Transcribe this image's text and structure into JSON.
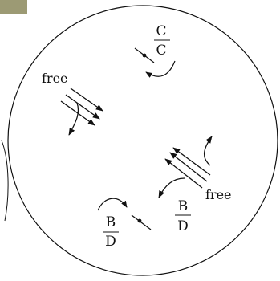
{
  "labels": {
    "free_top": "free",
    "free_bottom": "free"
  },
  "fractions": {
    "top_right": {
      "numerator": "C",
      "denominator": "C"
    },
    "bottom_left": {
      "numerator": "B",
      "denominator": "D"
    },
    "bottom_right": {
      "numerator": "B",
      "denominator": "D"
    }
  },
  "colors": {
    "ink": "#111111",
    "background": "#ffffff",
    "corner_patch": "#9c9a74"
  }
}
